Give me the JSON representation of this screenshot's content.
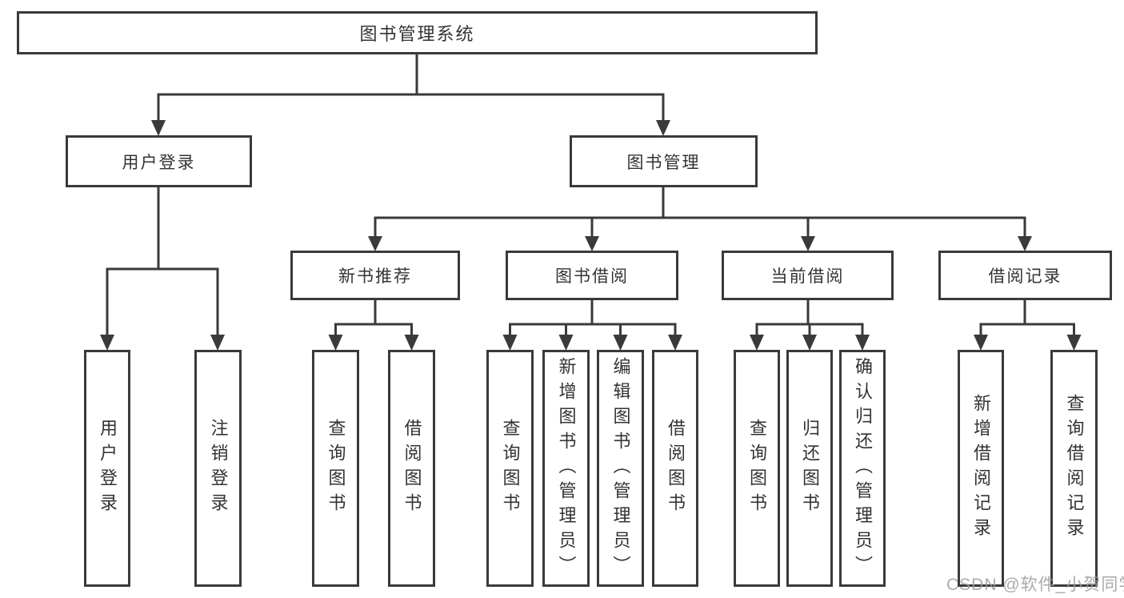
{
  "tree": {
    "root": {
      "label": "图书管理系统"
    },
    "branches": [
      {
        "label": "用户登录",
        "children": [
          {
            "label": "用户登录"
          },
          {
            "label": "注销登录"
          }
        ]
      },
      {
        "label": "图书管理",
        "children": [
          {
            "label": "新书推荐",
            "children": [
              {
                "label": "查询图书"
              },
              {
                "label": "借阅图书"
              }
            ]
          },
          {
            "label": "图书借阅",
            "children": [
              {
                "label": "查询图书"
              },
              {
                "label": "新增图书（管理员）"
              },
              {
                "label": "编辑图书（管理员）"
              },
              {
                "label": "借阅图书"
              }
            ]
          },
          {
            "label": "当前借阅",
            "children": [
              {
                "label": "查询图书"
              },
              {
                "label": "归还图书"
              },
              {
                "label": "确认归还（管理员）"
              }
            ]
          },
          {
            "label": "借阅记录",
            "children": [
              {
                "label": "新增借阅记录"
              },
              {
                "label": "查询借阅记录"
              }
            ]
          }
        ]
      }
    ]
  },
  "watermark": {
    "text": "CSDN @软件_小贺同学"
  },
  "colors": {
    "line": "#3a3a3a",
    "text": "#333333",
    "background": "#ffffff",
    "watermark": "#9c9c9c"
  }
}
